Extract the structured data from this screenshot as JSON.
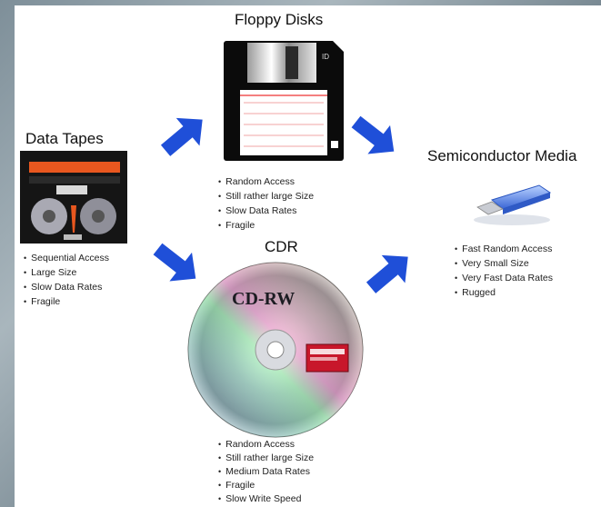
{
  "titles": {
    "floppy": "Floppy Disks",
    "tapes": "Data Tapes",
    "semi": "Semiconductor Media",
    "cdr": "CDR"
  },
  "images": {
    "cd_label": "CD-RW",
    "floppy_label": "ID"
  },
  "floppy_features": [
    "Random Access",
    "Still rather large Size",
    "Slow Data Rates",
    "Fragile"
  ],
  "tape_features": [
    "Sequential Access",
    "Large Size",
    "Slow Data Rates",
    "Fragile"
  ],
  "semi_features": [
    "Fast Random Access",
    "Very Small Size",
    "Very Fast Data Rates",
    "Rugged"
  ],
  "cdr_features": [
    "Random Access",
    "Still rather large Size",
    "Medium Data Rates",
    "Fragile",
    "Slow Write Speed"
  ],
  "colors": {
    "arrow": "#1f4fd8",
    "tape_band": "#e8571f"
  }
}
